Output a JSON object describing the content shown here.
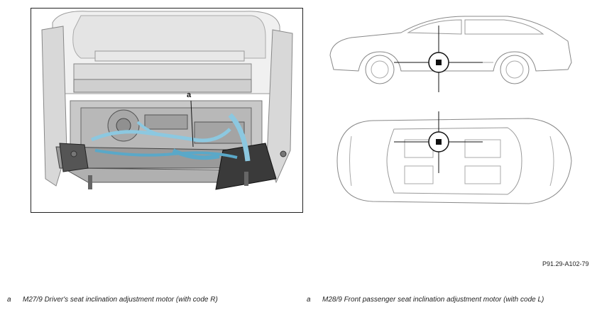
{
  "figure": {
    "callout_label": "a",
    "reference_code": "P91.29-A102-79"
  },
  "legend": [
    {
      "key": "a",
      "text": "M27/9 Driver's seat inclination adjustment motor (with code R)"
    },
    {
      "key": "a",
      "text": "M28/9 Front passenger seat inclination adjustment motor (with code L)"
    }
  ],
  "colors": {
    "harness": "#8cc8e0",
    "harness_dark": "#5aa8c8",
    "line": "#555555",
    "marker": "#111111"
  },
  "icons": [
    "seat-frame-illustration",
    "vehicle-side-view-icon",
    "vehicle-top-view-icon",
    "location-marker-icon"
  ]
}
